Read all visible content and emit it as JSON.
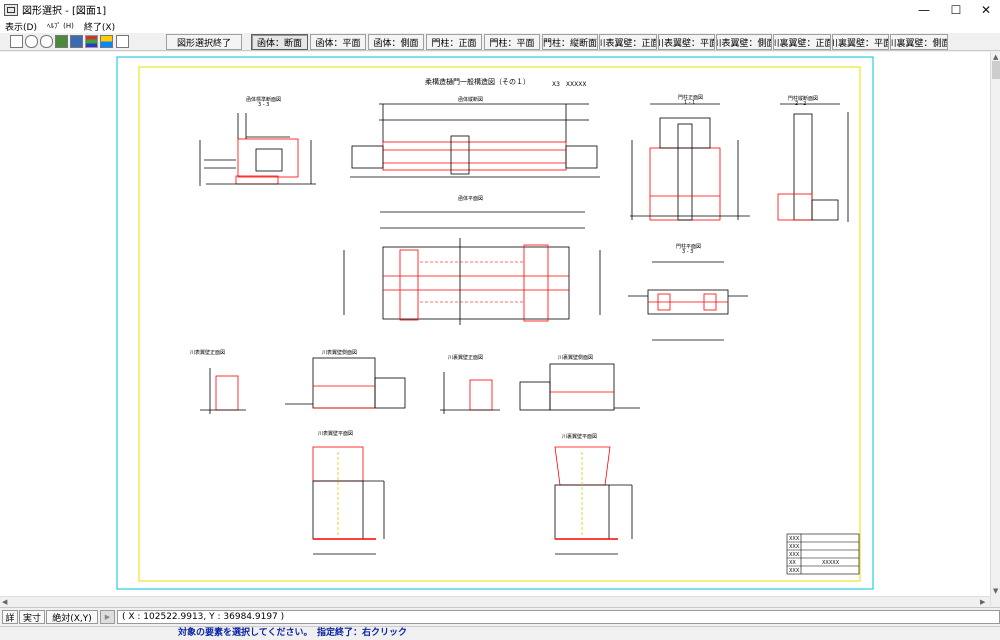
{
  "window": {
    "title": "図形選択 - [図面1]"
  },
  "menu": {
    "items": [
      {
        "label": "表示(D)"
      },
      {
        "label": "ﾍﾙﾌﾟ (H)"
      },
      {
        "label": "終了(X)"
      }
    ]
  },
  "toolbar": {
    "end_selection": "図形選択終了",
    "buttons": [
      {
        "label": "函体：断面"
      },
      {
        "label": "函体：平面"
      },
      {
        "label": "函体：側面"
      },
      {
        "label": "門柱：正面"
      },
      {
        "label": "門柱：平面"
      },
      {
        "label": "門柱：縦断面"
      },
      {
        "label": "川表翼壁：正面"
      },
      {
        "label": "川表翼壁：平面"
      },
      {
        "label": "川表翼壁：側面"
      },
      {
        "label": "川裏翼壁：正面"
      },
      {
        "label": "川裏翼壁：平面"
      },
      {
        "label": "川裏翼壁：側面"
      }
    ]
  },
  "drawing": {
    "title": "柔構造樋門一般構造図（その１）",
    "code": "X3　XXXXX",
    "views": [
      {
        "label": "函体標準断面図"
      },
      {
        "label": "函体縦断図"
      },
      {
        "label": "門柱正面図"
      },
      {
        "label": "門柱縦断面図"
      },
      {
        "label": "函体平面図"
      },
      {
        "label": "門柱平面図"
      },
      {
        "label": "川表翼壁正面図"
      },
      {
        "label": "川表翼壁側面図"
      },
      {
        "label": "川裏翼壁正面図"
      },
      {
        "label": "川裏翼壁側面図"
      },
      {
        "label": "川表翼壁平面図"
      },
      {
        "label": "川裏翼壁平面図"
      }
    ],
    "section_marks": [
      {
        "label": "3 - 3"
      },
      {
        "label": "1 - 1"
      },
      {
        "label": "2 - 2"
      },
      {
        "label": "3 - 3"
      }
    ],
    "title_block": {
      "rows": [
        "XXX",
        "XXX",
        "XXX",
        "XX",
        "XXX"
      ],
      "center": "XXXXX"
    }
  },
  "status": {
    "detail": "詳",
    "actual": "実寸",
    "absolute": "絶対(X,Y)",
    "coordinates": "( X : 102522.9913, Y : 36984.9197 )",
    "message": "対象の要素を選択してください。　指定終了：右クリック"
  },
  "colors": {
    "frame_outer": "#00c0e0",
    "frame_inner": "#e8e000",
    "drawing_red": "#ff0000",
    "message_text": "#0a23a0"
  }
}
